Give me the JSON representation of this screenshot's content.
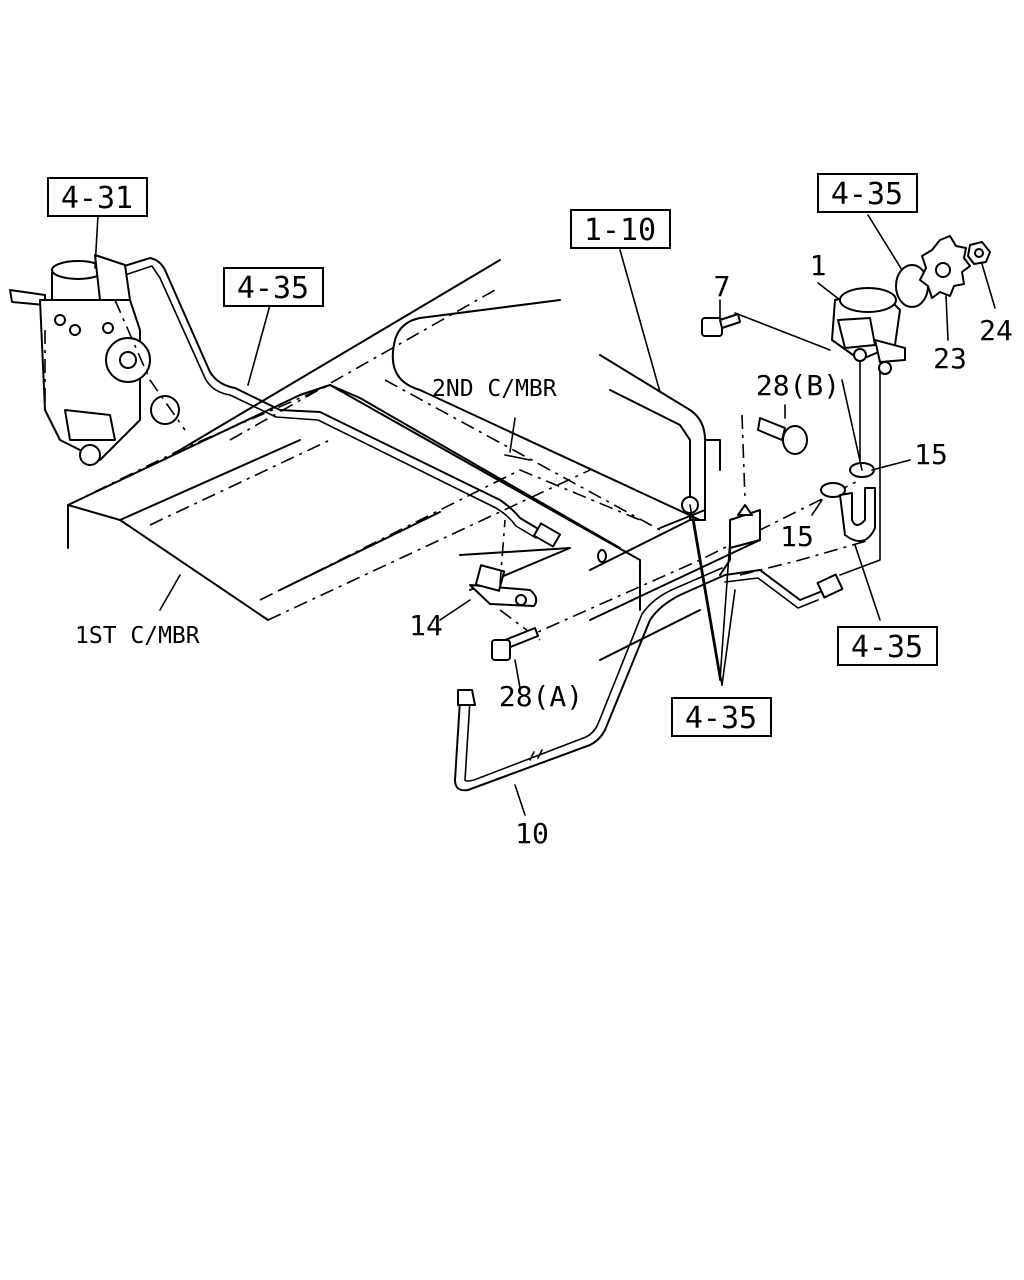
{
  "refs": {
    "r431": "4-31",
    "r110": "1-10",
    "r435_top_right": "4-35",
    "r435_upper_left": "4-35",
    "r435_right": "4-35",
    "r435_bottom": "4-35"
  },
  "members": {
    "second": "2ND C/MBR",
    "first": "1ST C/MBR"
  },
  "callouts": {
    "p1": "1",
    "p7": "7",
    "p10": "10",
    "p14": "14",
    "p15a": "15",
    "p15b": "15",
    "p23": "23",
    "p24": "24",
    "p28a": "28(A)",
    "p28b": "28(B)"
  }
}
